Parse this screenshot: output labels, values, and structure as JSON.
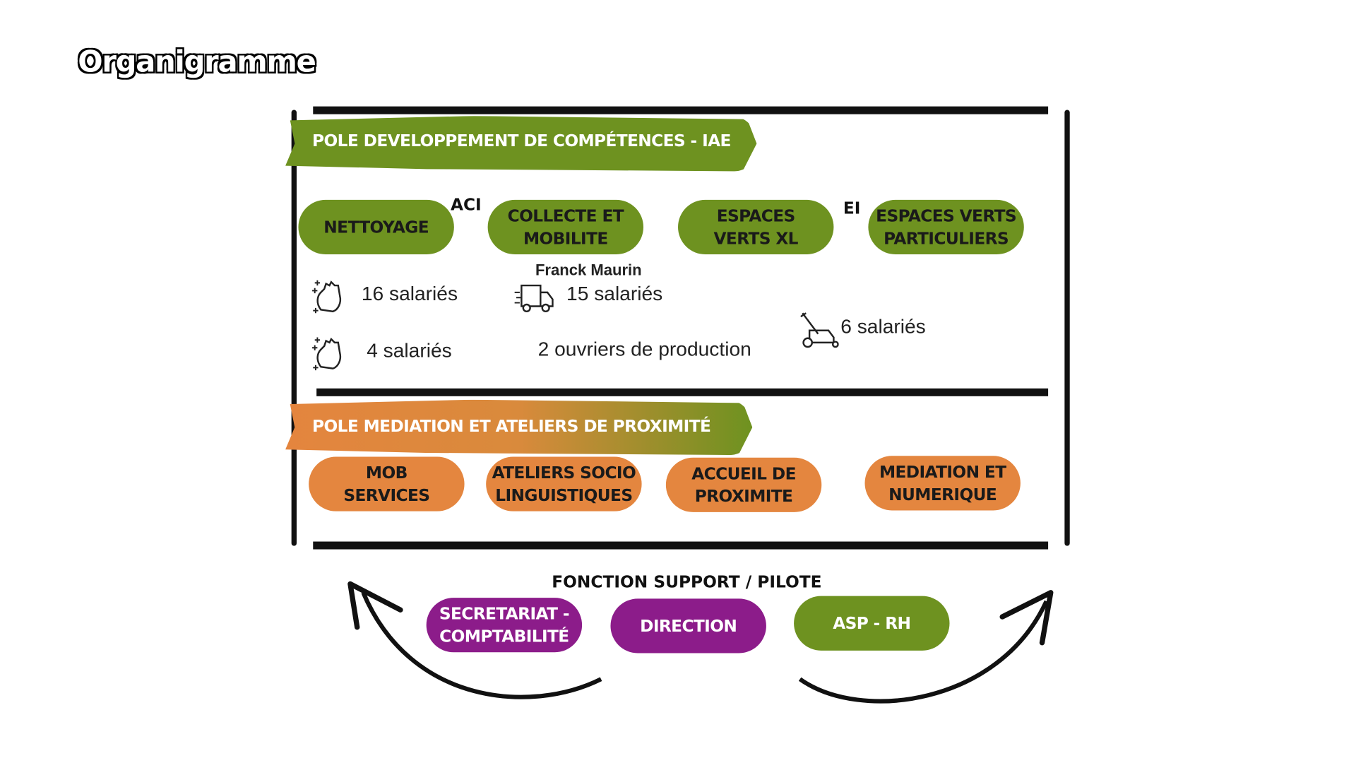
{
  "title": "Organigramme",
  "pole1": {
    "label": "POLE DEVELOPPEMENT DE COMPÉTENCES - IAE",
    "color": "#6e9220",
    "aci_label": "ACI",
    "ei_label": "EI",
    "units": [
      {
        "label": "NETTOYAGE"
      },
      {
        "label": "COLLECTE ET\nMOBILITE"
      },
      {
        "label": "ESPACES\nVERTS XL"
      },
      {
        "label": "ESPACES VERTS\nPARTICULIERS"
      }
    ],
    "details": {
      "nettoyage_count_1": "16 salariés",
      "nettoyage_count_2": "4 salariés",
      "collecte_manager": "Franck Maurin",
      "collecte_count": "15 salariés",
      "collecte_production": "2 ouvriers de production",
      "espaces_count": "6 salariés"
    },
    "icons": [
      "cleaning-hand-icon",
      "delivery-truck-icon",
      "lawn-mower-icon"
    ]
  },
  "pole2": {
    "label": "POLE MEDIATION ET ATELIERS DE PROXIMITÉ",
    "color": "#e4863f",
    "units": [
      {
        "label": "MOB\nSERVICES"
      },
      {
        "label": "ATELIERS SOCIO\nLINGUISTIQUES"
      },
      {
        "label": "ACCUEIL DE\nPROXIMITE"
      },
      {
        "label": "MEDIATION ET\nNUMERIQUE"
      }
    ]
  },
  "support": {
    "label": "FONCTION SUPPORT / PILOTE",
    "units": [
      {
        "label": "SECRETARIAT -\nCOMPTABILITÉ",
        "color": "#8c1c8a"
      },
      {
        "label": "DIRECTION",
        "color": "#8c1c8a"
      },
      {
        "label": "ASP - RH",
        "color": "#6e9220"
      }
    ]
  }
}
